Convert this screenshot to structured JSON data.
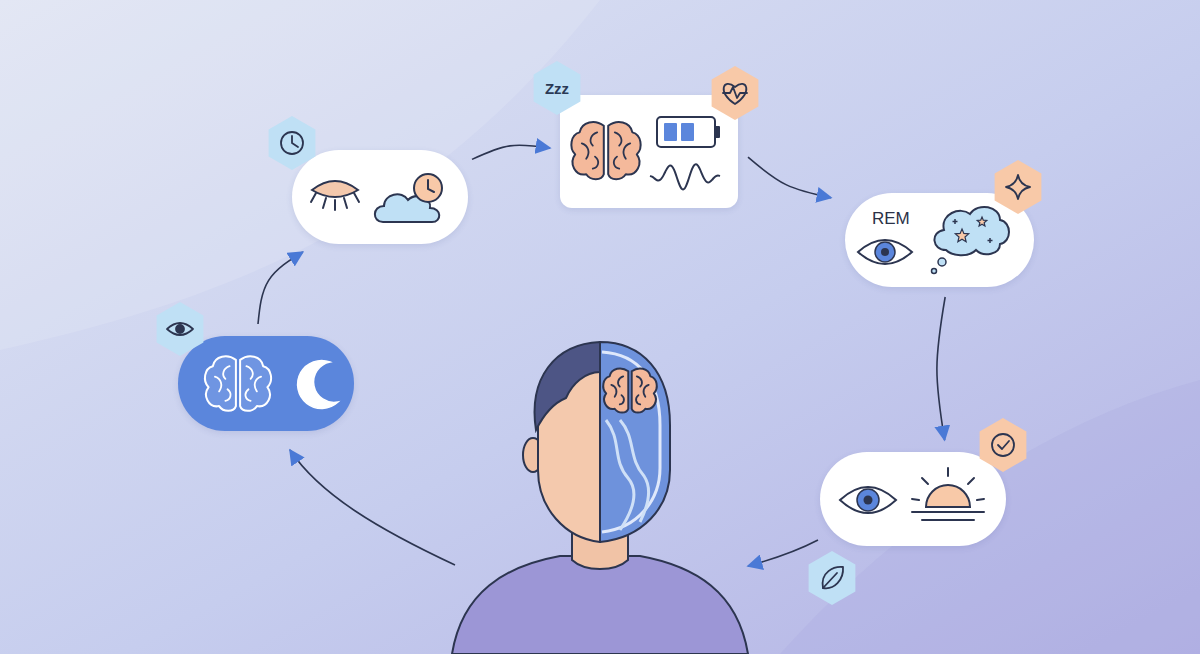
{
  "diagram": {
    "nodes": [
      {
        "text": []
      },
      {
        "text": []
      },
      {
        "text": []
      },
      {
        "text": [
          "REM"
        ]
      },
      {
        "text": []
      }
    ],
    "edges": [
      {
        "from": 0,
        "to": 1,
        "arrow": "to"
      },
      {
        "from": 1,
        "to": 2,
        "arrow": "to"
      },
      {
        "from": 2,
        "to": 3,
        "arrow": "to"
      },
      {
        "from": 3,
        "to": 4,
        "arrow": "to"
      }
    ],
    "labels": [
      "Zzz"
    ]
  }
}
